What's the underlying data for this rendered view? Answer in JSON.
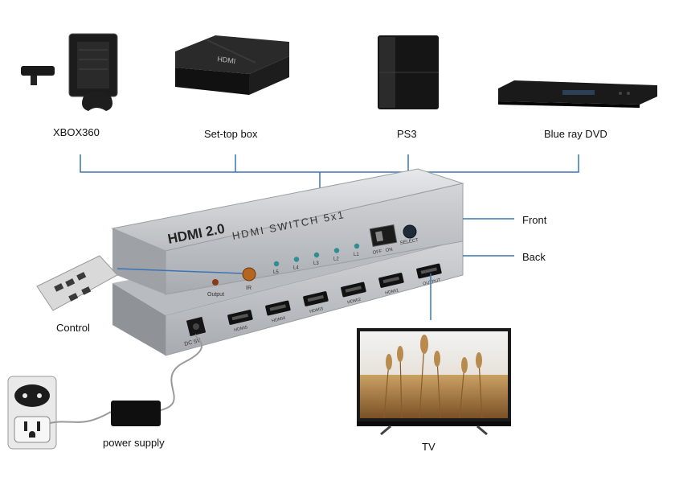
{
  "devices": {
    "xbox": "XBOX360",
    "settop": "Set-top box",
    "ps3": "PS3",
    "bluray": "Blue ray DVD",
    "tv": "TV",
    "control": "Control",
    "power_supply": "power supply"
  },
  "callouts": {
    "front": "Front",
    "back": "Back"
  },
  "switch_front": {
    "brand": "HDMI 2.0",
    "model": "HDMI SWITCH 5x1",
    "output_led": "Output",
    "ir": "IR",
    "leds": [
      "L5",
      "L4",
      "L3",
      "L2",
      "L1"
    ],
    "power_off": "OFF",
    "power_on": "ON",
    "select": "SELECT"
  },
  "switch_back": {
    "dc": "DC 5V",
    "ports": [
      "HDMI5",
      "HDMI4",
      "HDMI3",
      "HDMI2",
      "HDMI1",
      "OUTPUT"
    ]
  },
  "settop_brand": "HDMI",
  "colors": {
    "connector": "#3a74b4",
    "led": "#2f8f8f",
    "ir_window": "#b5651d",
    "casing": "#c5c8cc"
  }
}
